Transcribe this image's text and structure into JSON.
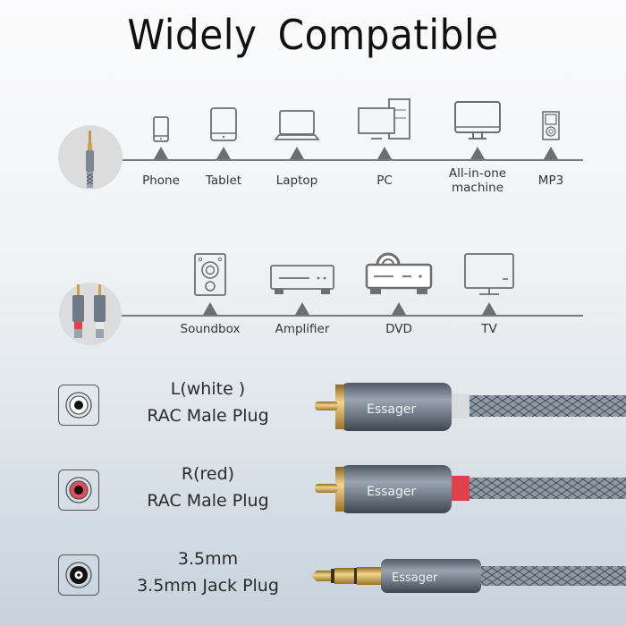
{
  "title": "Widely Compatible",
  "row1": {
    "connector_icon": "3.5mm-jack-plug-icon",
    "devices": [
      {
        "label": "Phone",
        "icon": "phone-icon"
      },
      {
        "label": "Tablet",
        "icon": "tablet-icon"
      },
      {
        "label": "Laptop",
        "icon": "laptop-icon"
      },
      {
        "label": "PC",
        "icon": "desktop-pc-icon"
      },
      {
        "label": "All-in-one",
        "label2": "machine",
        "icon": "all-in-one-monitor-icon"
      },
      {
        "label": "MP3",
        "icon": "mp3-player-icon"
      }
    ]
  },
  "row2": {
    "connector_icon": "rca-plugs-icon",
    "devices": [
      {
        "label": "Soundbox",
        "icon": "speaker-icon"
      },
      {
        "label": "Amplifier",
        "icon": "amplifier-icon"
      },
      {
        "label": "DVD",
        "icon": "dvd-player-icon"
      },
      {
        "label": "TV",
        "icon": "tv-icon"
      }
    ]
  },
  "plugs": [
    {
      "line1": "L(white )",
      "line2": "RAC Male Plug",
      "icon": "white-rca-socket-icon",
      "collar_color": "#d9dcdf",
      "ring_color": "#ffffff"
    },
    {
      "line1": "R(red)",
      "line2": "RAC Male Plug",
      "icon": "red-rca-socket-icon",
      "collar_color": "#e0404c",
      "ring_color": "#e0505c"
    },
    {
      "line1": "3.5mm",
      "line2": "3.5mm Jack Plug",
      "icon": "3.5mm-socket-icon",
      "collar_color": "",
      "ring_color": "#111111"
    }
  ],
  "brand": "Essager",
  "colors": {
    "icon_gray": "#6e6e6e",
    "line_gray": "#7a7a7a",
    "gold": "#c9a24a",
    "metal": "#6f7a86",
    "red": "#e0404c"
  }
}
